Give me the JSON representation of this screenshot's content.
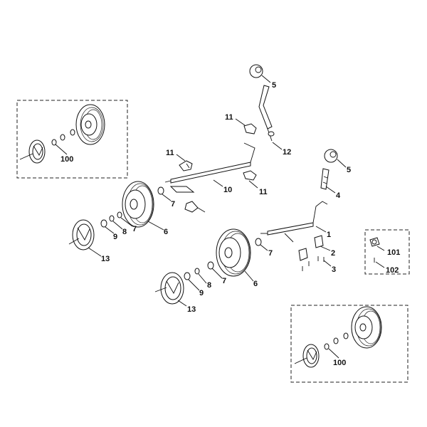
{
  "diagram": {
    "callouts": {
      "c1": "1",
      "c2": "2",
      "c3": "3",
      "c4": "4",
      "c5a": "5",
      "c5b": "5",
      "c6a": "6",
      "c6b": "6",
      "c7a": "7",
      "c7b": "7",
      "c7c": "7",
      "c7d": "7",
      "c8a": "8",
      "c8b": "8",
      "c9a": "9",
      "c9b": "9",
      "c10": "10",
      "c11a": "11",
      "c11b": "11",
      "c11c": "11",
      "c12": "12",
      "c13a": "13",
      "c13b": "13",
      "c100a": "100",
      "c100b": "100",
      "c101": "101",
      "c102": "102"
    }
  }
}
